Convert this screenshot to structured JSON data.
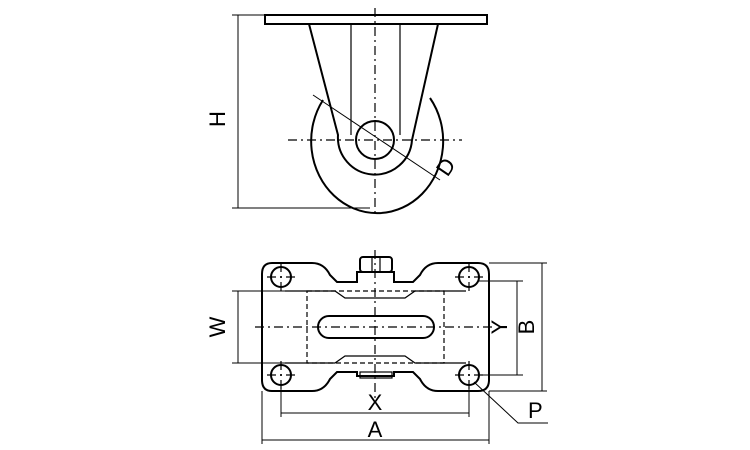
{
  "labels": {
    "height": "H",
    "diameter": "D",
    "width": "W",
    "hole_spacing_y": "Y",
    "plate_length": "B",
    "hole_spacing_x": "X",
    "plate_width": "A",
    "hole": "P"
  }
}
